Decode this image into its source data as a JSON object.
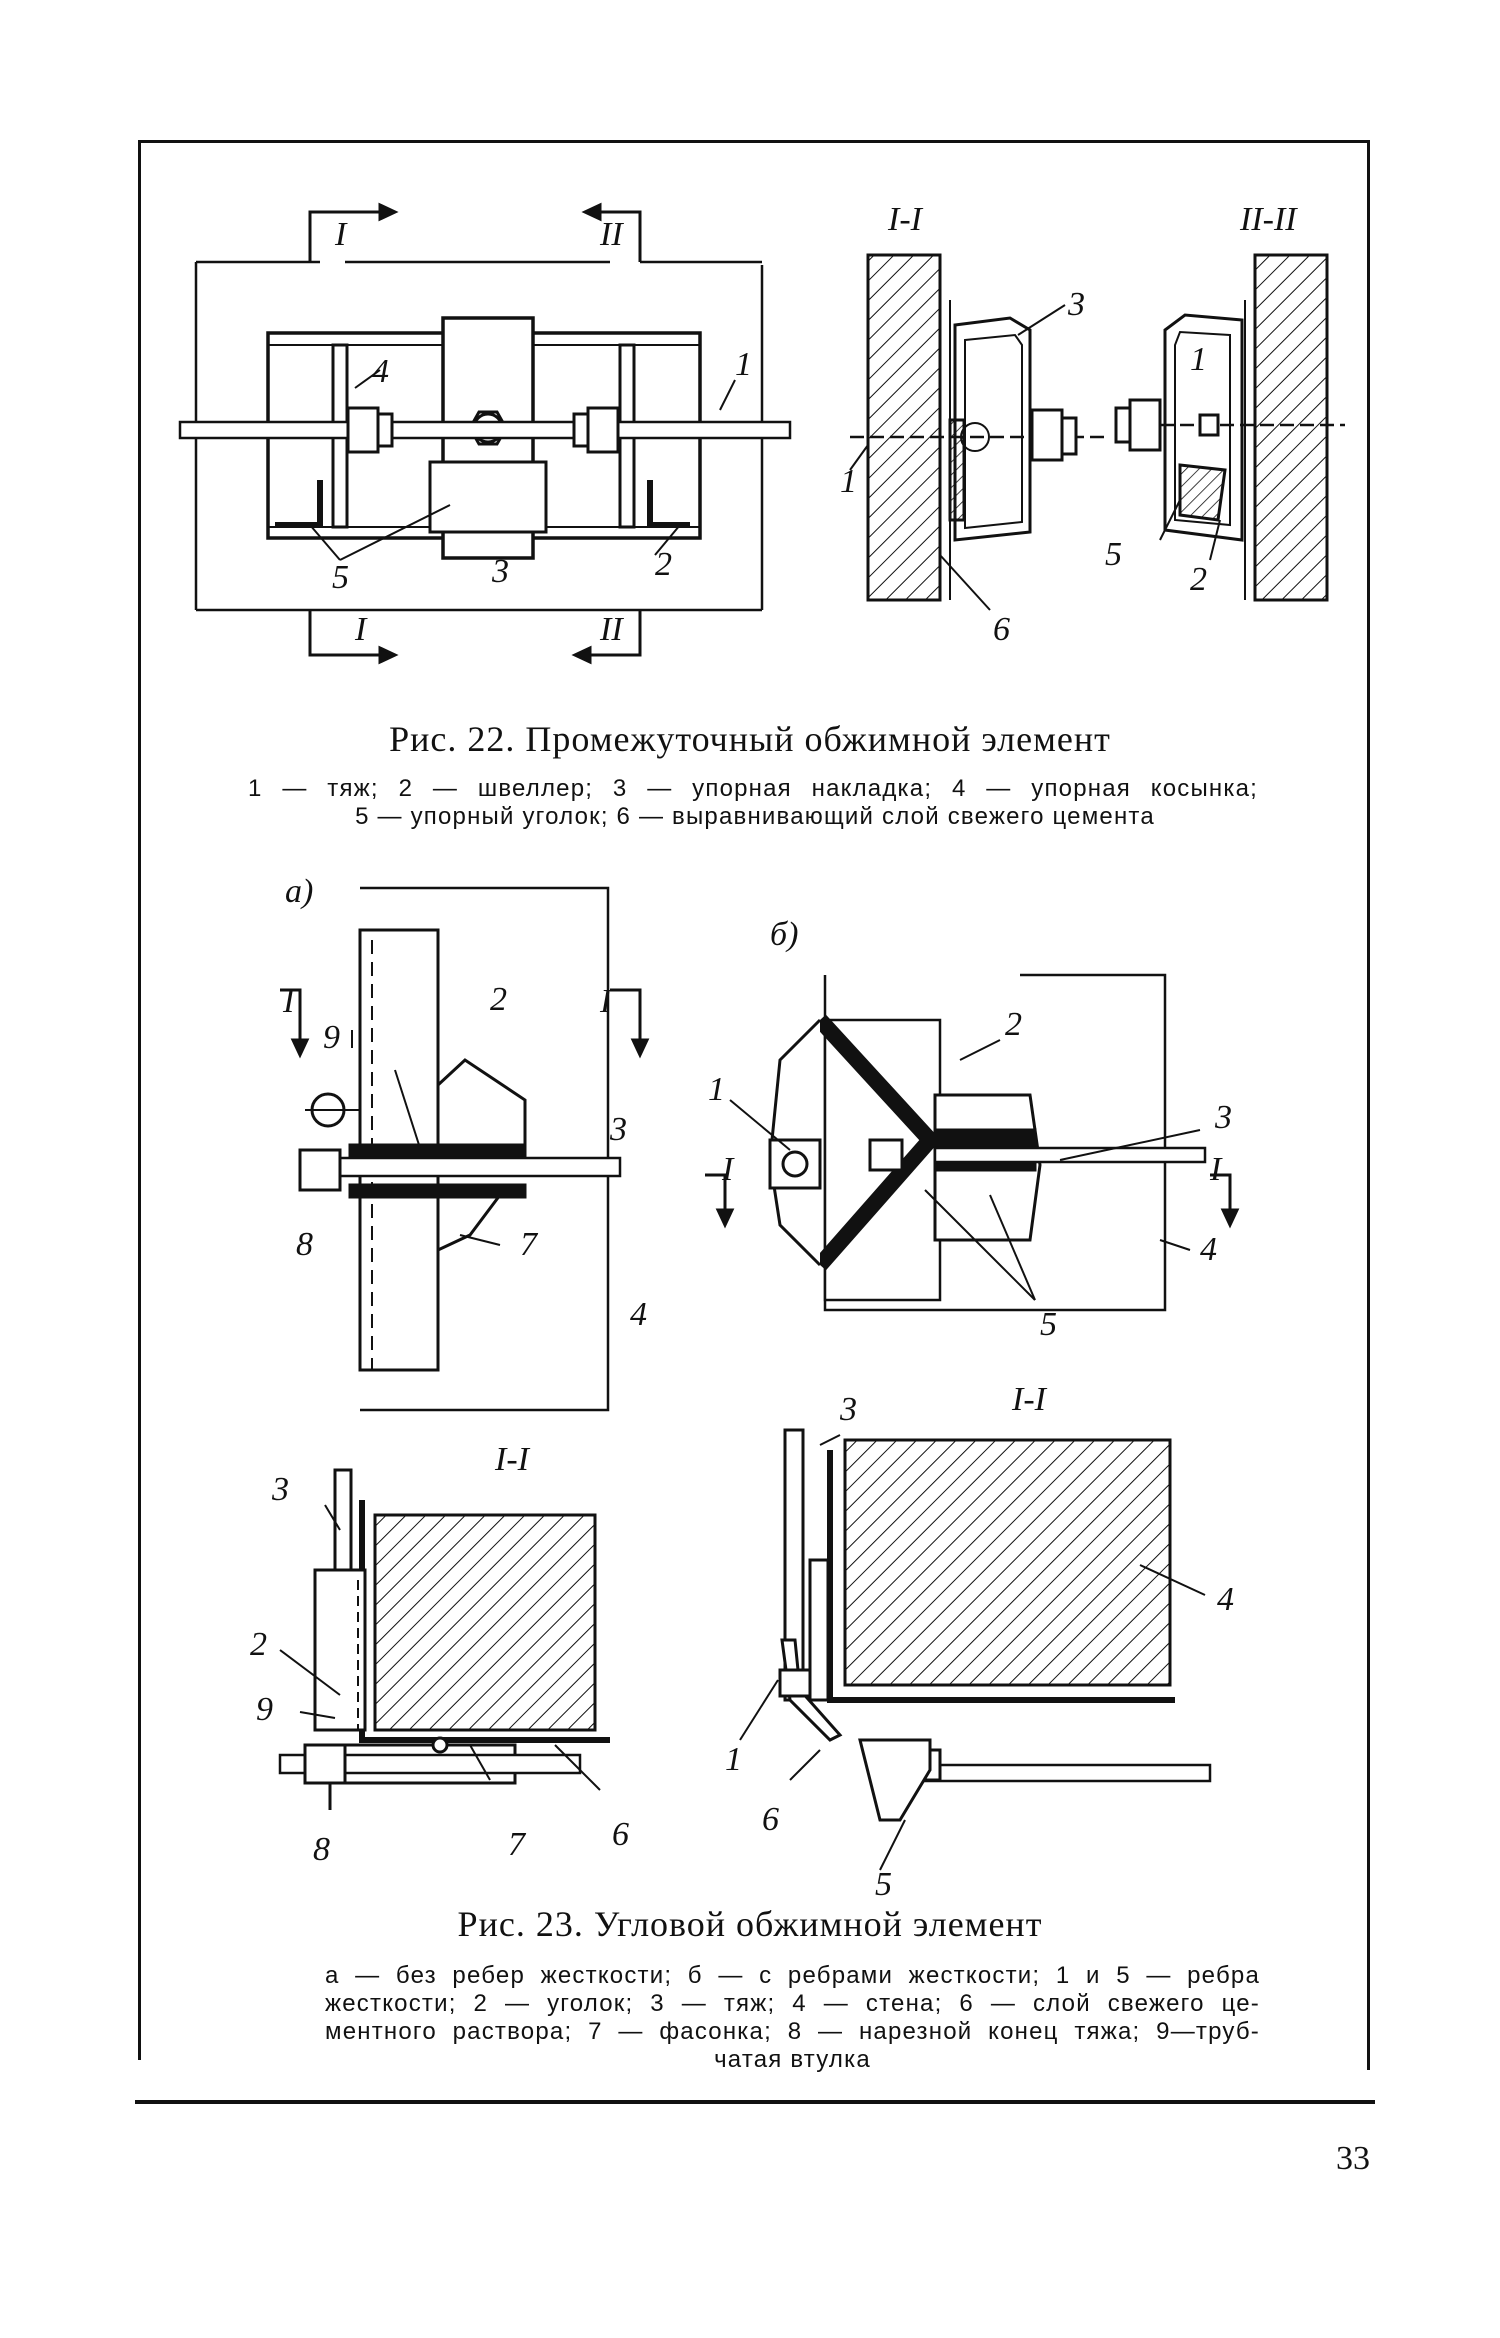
{
  "figure22": {
    "caption": "Рис. 22. Промежуточный обжимной элемент",
    "legend_line1": "1 — тяж; 2 — швеллер; 3 — упорная накладка; 4 — упорная косынка;",
    "legend_line2": "5 — упорный уголок; 6 — выравнивающий слой свежего цемента",
    "section_1": "I-I",
    "section_2": "II-II",
    "labels": {
      "l1": "1",
      "l2": "2",
      "l3": "3",
      "l4": "4",
      "l5": "5",
      "l6": "6",
      "cut_i": "I",
      "cut_ii": "II"
    }
  },
  "figure23": {
    "caption": "Рис. 23. Угловой обжимной элемент",
    "legend_line1": "а — без ребер жесткости; б — с ребрами жесткости; 1 и 5 — ребра",
    "legend_line2": "жесткости; 2 — уголок; 3 — тяж; 4 — стена; 6 — слой свежего це-",
    "legend_line3": "ментного раствора; 7 — фасонка; 8 — нарезной конец тяжа; 9—труб-",
    "legend_line4": "чатая втулка",
    "part_a": "а)",
    "part_b": "б)",
    "section": "I-I",
    "labels": {
      "l1": "1",
      "l2": "2",
      "l3": "3",
      "l4": "4",
      "l5": "5",
      "l6": "6",
      "l7": "7",
      "l8": "8",
      "l9": "9",
      "cut_i": "I"
    }
  },
  "page_number": "33"
}
